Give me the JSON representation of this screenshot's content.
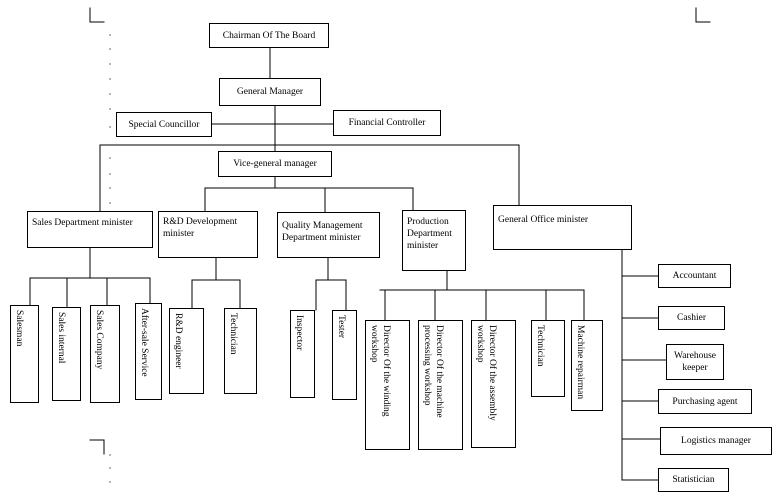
{
  "diagram": {
    "top": {
      "chairman": "Chairman Of The Board",
      "general_manager": "General Manager",
      "special_councillor": "Special Councillor",
      "financial_controller": "Financial Controller",
      "vice_general_manager": "Vice-general manager"
    },
    "departments": [
      "Sales Department minister",
      "R&D Development minister",
      "Quality Management Department minister",
      "Production Department minister",
      "General Office minister"
    ],
    "sales_staff": [
      "Salesman",
      "Sales internal",
      "Sales Company",
      "After-sale Service"
    ],
    "rd_staff": [
      "R&D engineer",
      "Technician"
    ],
    "quality_staff": [
      "Inspector",
      "Tester"
    ],
    "production_staff": [
      "Director Of the winding workshop",
      "Director Of the machine processing workshop",
      "Director Of the assembly workshop",
      "Technician",
      "Machine repairman"
    ],
    "office_staff": [
      "Accountant",
      "Cashier",
      "Warehouse keeper",
      "Purchasing agent",
      "Logistics manager",
      "Statistician"
    ]
  }
}
